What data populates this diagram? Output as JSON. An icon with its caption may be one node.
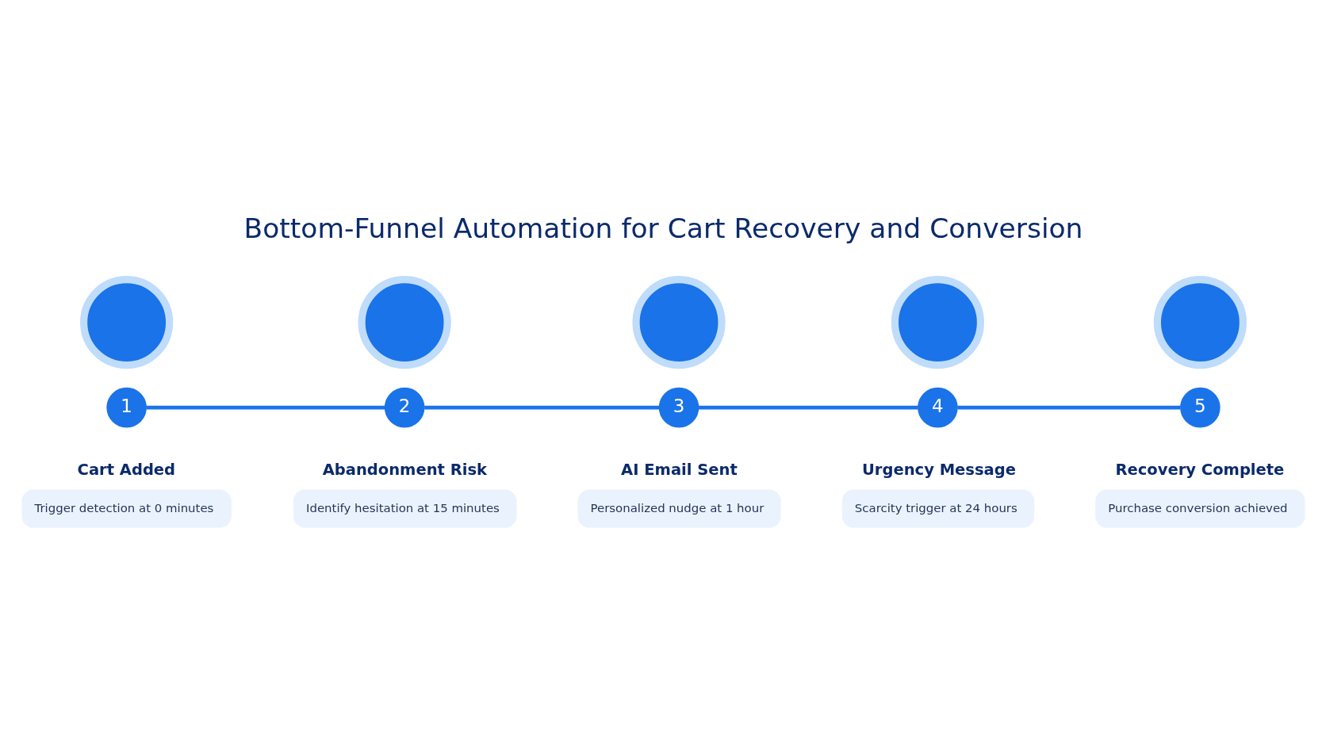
{
  "diagram": {
    "title": "Bottom-Funnel Automation for Cart Recovery and Conversion",
    "nodes": [
      {
        "text": [],
        "shape": "circle"
      },
      {
        "text": [
          "1"
        ]
      },
      {
        "text": [
          "Cart Added",
          "Trigger detection at 0 minutes"
        ]
      },
      {
        "text": [],
        "shape": "circle"
      },
      {
        "text": [
          "2"
        ]
      },
      {
        "text": [
          "Abandonment Risk",
          "Identify hesitation at 15 minutes"
        ]
      },
      {
        "text": [],
        "shape": "circle"
      },
      {
        "text": [
          "3"
        ]
      },
      {
        "text": [
          "AI Email Sent",
          "Personalized nudge at 1 hour"
        ]
      },
      {
        "text": [],
        "shape": "circle"
      },
      {
        "text": [
          "4"
        ]
      },
      {
        "text": [
          "Urgency Message",
          "Scarcity trigger at 24 hours"
        ]
      },
      {
        "text": [],
        "shape": "circle"
      },
      {
        "text": [
          "5"
        ]
      },
      {
        "text": [
          "Recovery Complete",
          "Purchase conversion achieved"
        ]
      }
    ],
    "edges": [
      {
        "from": 1,
        "to": 4,
        "arrow": "none"
      },
      {
        "from": 4,
        "to": 7,
        "arrow": "none"
      },
      {
        "from": 7,
        "to": 10,
        "arrow": "none"
      },
      {
        "from": 10,
        "to": 13,
        "arrow": "none"
      }
    ]
  }
}
